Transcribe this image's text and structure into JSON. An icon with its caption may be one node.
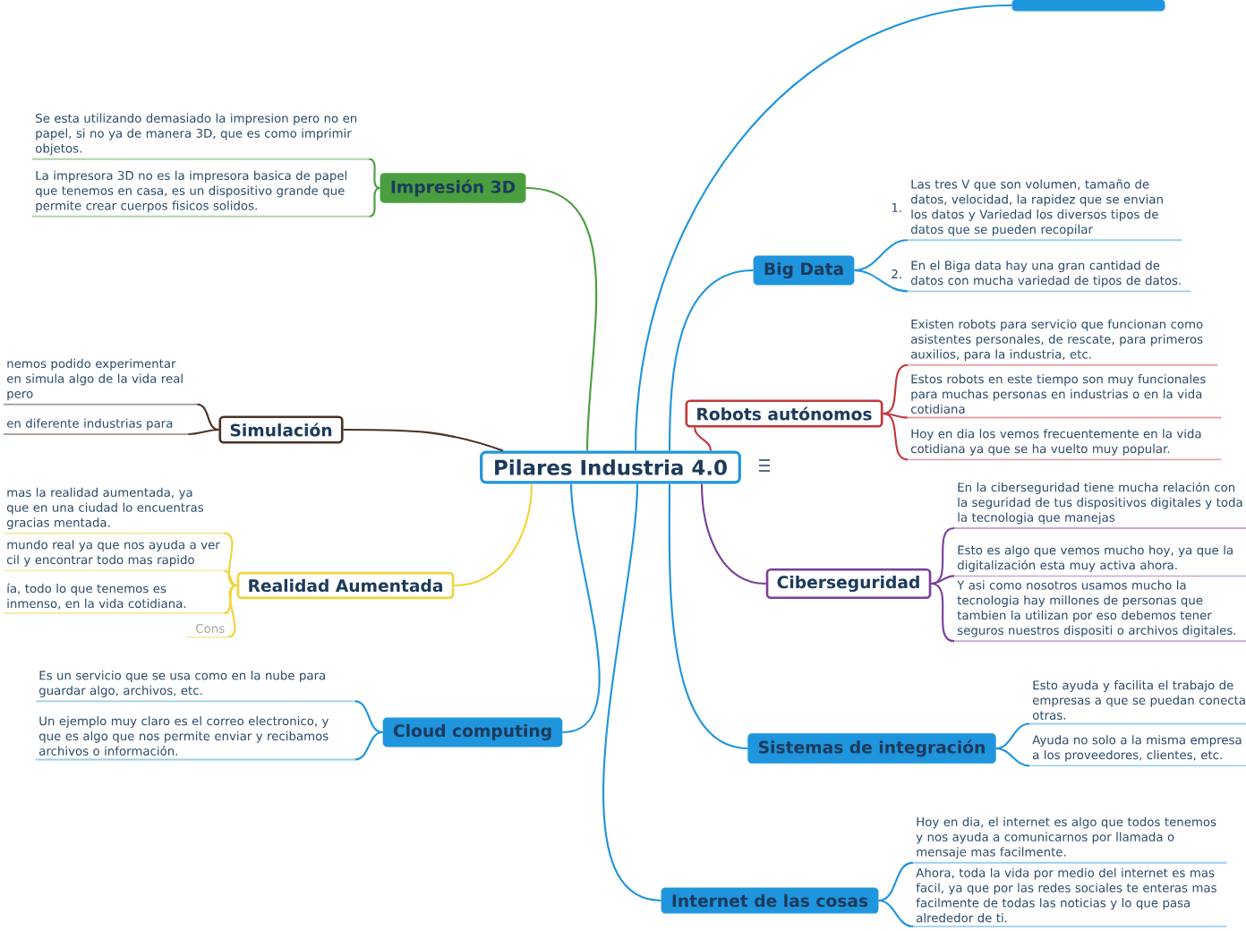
{
  "diagram": {
    "nodes": [
      {
        "text": [
          "Pilares Industria 4.0"
        ]
      },
      {
        "text": [
          "Impresión 3D"
        ]
      },
      {
        "text": [
          "Se esta utilizando demasiado la impresion pero no en papel, si no ya de manera 3D, que es como imprimir objetos."
        ]
      },
      {
        "text": [
          "La impresora 3D no es la impresora basica de papel que tenemos en casa, es un dispositivo grande que permite crear cuerpos fisicos solidos."
        ]
      },
      {
        "text": [
          "Simulación"
        ]
      },
      {
        "text": [
          "nemos podido experimentar en simula algo de la vida real pero"
        ]
      },
      {
        "text": [
          "en diferente industrias para"
        ]
      },
      {
        "text": [
          "Realidad Aumentada"
        ]
      },
      {
        "text": [
          "mas la realidad aumentada, ya que en una ciudad lo encuentras gracias mentada."
        ]
      },
      {
        "text": [
          "mundo real ya que nos ayuda a ver cil y encontrar todo mas rapido"
        ]
      },
      {
        "text": [
          "ía, todo lo que tenemos es inmenso, en la vida cotidiana."
        ]
      },
      {
        "text": [
          "Cons"
        ]
      },
      {
        "text": [
          "Cloud computing"
        ]
      },
      {
        "text": [
          "Es un servicio que se usa como en la nube para guardar algo, archivos, etc."
        ]
      },
      {
        "text": [
          "Un ejemplo muy claro es el correo electronico, y que es algo que nos permite enviar y recibamos archivos o información."
        ]
      },
      {
        "text": [],
        "shape": "box"
      },
      {
        "text": [
          "Big Data"
        ]
      },
      {
        "text": [
          "Las tres V que son volumen, tamaño de datos, velocidad, la rapidez que se envian los datos y Variedad los diversos tipos de datos que se pueden recopilar"
        ],
        "beside": [
          "1."
        ]
      },
      {
        "text": [
          "En el Biga data hay una gran cantidad de datos con mucha variedad de tipos de datos."
        ],
        "beside": [
          "2."
        ]
      },
      {
        "text": [
          "Robots autónomos"
        ]
      },
      {
        "text": [
          "Existen robots para servicio que funcionan como asistentes personales, de rescate, para primeros auxilios, para la industria, etc."
        ]
      },
      {
        "text": [
          "Estos robots en este tiempo son muy funcionales para muchas personas en industrias o en la vida cotidiana"
        ]
      },
      {
        "text": [
          "Hoy en dia los vemos frecuentemente en la vida cotidiana ya que se ha vuelto muy popular."
        ]
      },
      {
        "text": [
          "Ciberseguridad"
        ]
      },
      {
        "text": [
          "En la ciberseguridad tiene mucha relación con la seguridad de tus dispositivos digitales y toda la tecnologia que manejas"
        ]
      },
      {
        "text": [
          "Esto es algo que vemos mucho hoy, ya que la digitalización esta muy activa ahora."
        ]
      },
      {
        "text": [
          "Y asi como nosotros usamos mucho la tecnologia hay millones de personas que tambien la utilizan por eso debemos tener seguros nuestros dispositi o archivos digitales."
        ]
      },
      {
        "text": [
          "Sistemas de integración"
        ]
      },
      {
        "text": [
          "Esto ayuda y facilita el trabajo de empresas a que se puedan conecta otras."
        ]
      },
      {
        "text": [
          "Ayuda no solo a la misma empresa a los proveedores, clientes, etc."
        ]
      },
      {
        "text": [
          "Internet de las cosas"
        ]
      },
      {
        "text": [
          "Hoy en dia, el internet es algo que todos tenemos y nos ayuda a comunicarnos por llamada o mensaje mas facilmente."
        ]
      },
      {
        "text": [
          "Ahora, toda la vida por medio del internet es mas facil, ya que por las redes sociales te enteras mas facilmente de todas las noticias y lo que pasa alrededor de ti."
        ]
      }
    ],
    "edges": [
      {
        "from": 0,
        "to": 1,
        "arrow": "none",
        "color": "#4a9e3f"
      },
      {
        "from": 0,
        "to": 4,
        "arrow": "none",
        "color": "#4a3226"
      },
      {
        "from": 0,
        "to": 7,
        "arrow": "none",
        "color": "#f2d33b"
      },
      {
        "from": 0,
        "to": 12,
        "arrow": "none"
      },
      {
        "from": 0,
        "to": 15,
        "arrow": "none"
      },
      {
        "from": 0,
        "to": 16,
        "arrow": "none"
      },
      {
        "from": 0,
        "to": 19,
        "arrow": "none",
        "color": "#c0393b"
      },
      {
        "from": 0,
        "to": 23,
        "arrow": "none",
        "color": "#7b3f98"
      },
      {
        "from": 0,
        "to": 27,
        "arrow": "none"
      },
      {
        "from": 0,
        "to": 30,
        "arrow": "none"
      },
      {
        "from": 1,
        "to": 2,
        "arrow": "none",
        "color": "#4a9e3f"
      },
      {
        "from": 1,
        "to": 3,
        "arrow": "none",
        "color": "#4a9e3f"
      },
      {
        "from": 4,
        "to": 5,
        "arrow": "none",
        "color": "#4a3226"
      },
      {
        "from": 4,
        "to": 6,
        "arrow": "none",
        "color": "#4a3226"
      },
      {
        "from": 7,
        "to": 8,
        "arrow": "none",
        "color": "#f2d33b"
      },
      {
        "from": 7,
        "to": 9,
        "arrow": "none",
        "color": "#f2d33b"
      },
      {
        "from": 7,
        "to": 10,
        "arrow": "none",
        "color": "#f2d33b"
      },
      {
        "from": 7,
        "to": 11,
        "arrow": "none",
        "color": "#f2d33b"
      },
      {
        "from": 12,
        "to": 13,
        "arrow": "none"
      },
      {
        "from": 12,
        "to": 14,
        "arrow": "none"
      },
      {
        "from": 16,
        "to": 17,
        "arrow": "none"
      },
      {
        "from": 16,
        "to": 18,
        "arrow": "none"
      },
      {
        "from": 19,
        "to": 20,
        "arrow": "none",
        "color": "#c0393b"
      },
      {
        "from": 19,
        "to": 21,
        "arrow": "none",
        "color": "#c0393b"
      },
      {
        "from": 19,
        "to": 22,
        "arrow": "none",
        "color": "#c0393b"
      },
      {
        "from": 23,
        "to": 24,
        "arrow": "none",
        "color": "#7b3f98"
      },
      {
        "from": 23,
        "to": 25,
        "arrow": "none",
        "color": "#7b3f98"
      },
      {
        "from": 23,
        "to": 26,
        "arrow": "none",
        "color": "#7b3f98"
      },
      {
        "from": 27,
        "to": 28,
        "arrow": "none"
      },
      {
        "from": 27,
        "to": 29,
        "arrow": "none"
      },
      {
        "from": 30,
        "to": 31,
        "arrow": "none"
      },
      {
        "from": 30,
        "to": 32,
        "arrow": "none"
      }
    ]
  }
}
